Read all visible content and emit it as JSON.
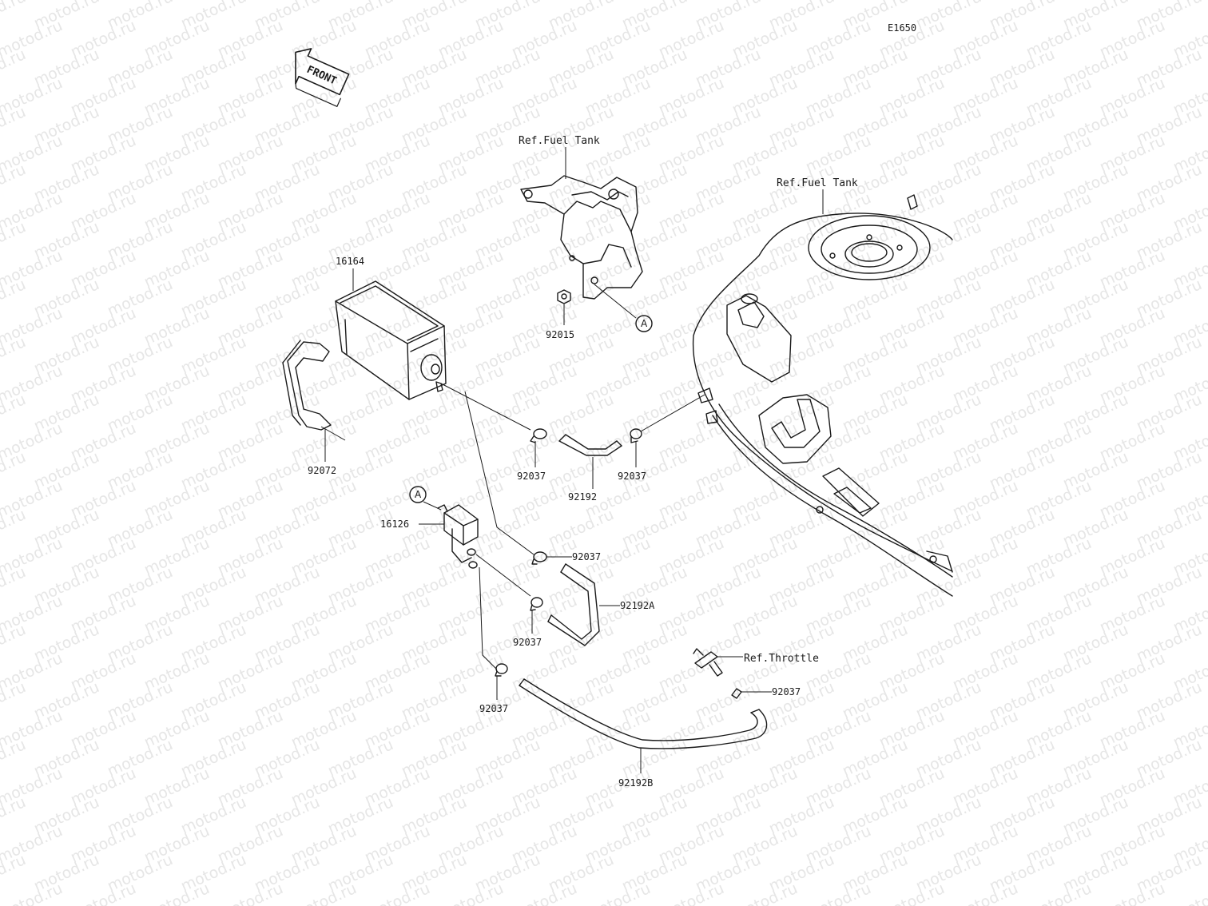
{
  "watermark": "motod.ru",
  "diagram_code": "E1650",
  "front_label": "FRONT",
  "refs": {
    "fuel_tank_bracket": "Ref.Fuel Tank",
    "fuel_tank": "Ref.Fuel Tank",
    "throttle": "Ref.Throttle"
  },
  "markers": {
    "a_top": "A",
    "a_left": "A"
  },
  "parts": {
    "canister": "16164",
    "valve": "16126",
    "band": "92072",
    "nut": "92015",
    "hose": "92192",
    "hose_a": "92192A",
    "hose_b": "92192B",
    "clamp_1": "92037",
    "clamp_2": "92037",
    "clamp_3": "92037",
    "clamp_4": "92037",
    "clamp_5": "92037",
    "clamp_6": "92037"
  },
  "colors": {
    "line": "#1a1a1a",
    "watermark": "#e6e6e6",
    "background": "#ffffff"
  }
}
